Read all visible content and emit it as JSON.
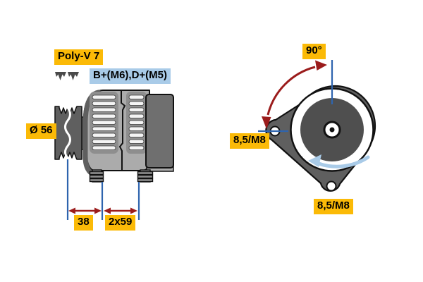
{
  "diagram": {
    "description_labels": {
      "belt_type": "Poly-V 7",
      "terminals": "B+(M6),D+(M5)",
      "pulley_diameter": "Ø 56",
      "dim_pulley_offset": "38",
      "dim_mount_span": "2x59",
      "swivel_angle": "90°",
      "mount_hole_left": "8,5/M8",
      "mount_hole_bottom": "8,5/M8"
    },
    "icons": {
      "belt_profile": "belt-profile-icon",
      "rotation_direction": "rotation-arrow-icon",
      "swivel_arc": "angle-arc-arrow-icon"
    },
    "colors": {
      "label_yellow": "#FBBA07",
      "label_blue": "#A9CBE8",
      "dim_red": "#9B1C1C",
      "dim_blue": "#2E64AE",
      "rotation_blue": "#A9CBE8",
      "body_gray": "#ABABAB",
      "band_gray": "#8E8E8E",
      "dark_gray": "#5F5F5F",
      "rear_cover_gray": "#6F6F6F",
      "rotor_gray": "#4F4F4F",
      "outline": "#111111"
    }
  }
}
